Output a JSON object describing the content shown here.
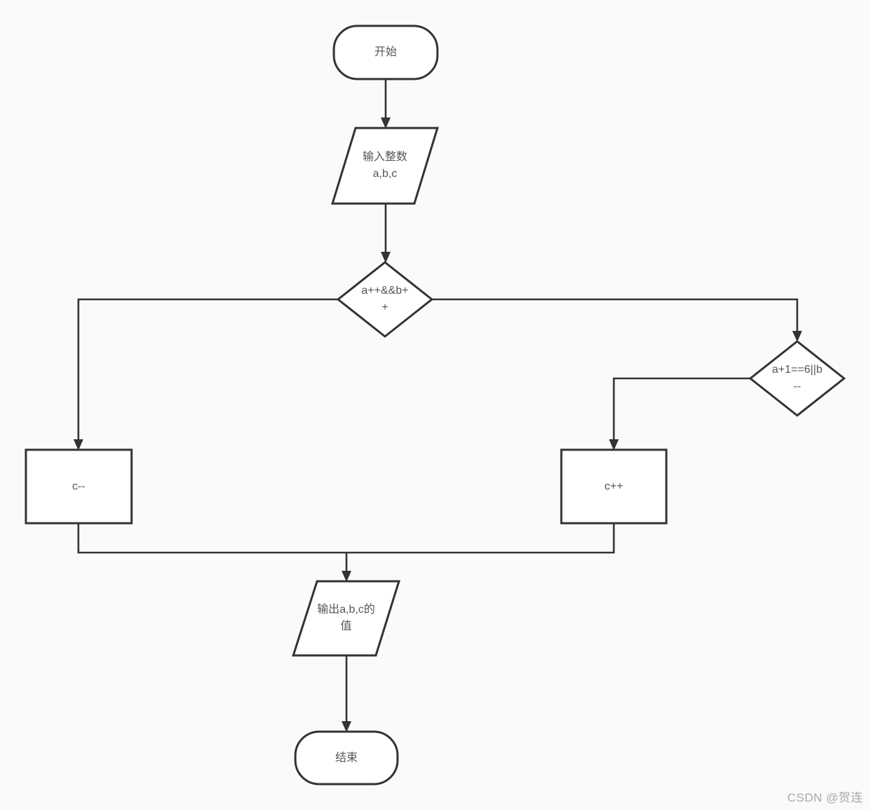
{
  "page": {
    "background_color": "#fafafa",
    "watermark": "CSDN @贺连"
  },
  "palette": {
    "shape_stroke": "#333333",
    "shape_fill": "#ffffff",
    "label_text": "#555555",
    "watermark_text": "#a9a9a9"
  },
  "flowchart": {
    "nodes": [
      {
        "id": "start",
        "type": "terminator",
        "text": "开始",
        "lines": [
          "开始"
        ]
      },
      {
        "id": "input",
        "type": "io-parallelogram",
        "text": "输入整数 a,b,c",
        "lines": [
          "输入整数",
          "a,b,c"
        ]
      },
      {
        "id": "decision-1",
        "type": "decision-diamond",
        "text": "a++&&b++",
        "lines": [
          "a++&&b+",
          "+"
        ]
      },
      {
        "id": "decision-2",
        "type": "decision-diamond",
        "text": "a+1==6||b--",
        "lines": [
          "a+1==6||b",
          "--"
        ]
      },
      {
        "id": "process-left",
        "type": "process-rect",
        "text": "c--",
        "lines": [
          "c--"
        ]
      },
      {
        "id": "process-right",
        "type": "process-rect",
        "text": "c++",
        "lines": [
          "c++"
        ]
      },
      {
        "id": "output",
        "type": "io-parallelogram",
        "text": "输出a,b,c的值",
        "lines": [
          "输出a,b,c的",
          "值"
        ]
      },
      {
        "id": "end",
        "type": "terminator",
        "text": "结束",
        "lines": [
          "结束"
        ]
      }
    ],
    "edges": [
      {
        "from": "start",
        "to": "input",
        "label": ""
      },
      {
        "from": "input",
        "to": "decision-1",
        "label": ""
      },
      {
        "from": "decision-1",
        "to": "process-left",
        "label": ""
      },
      {
        "from": "decision-1",
        "to": "decision-2",
        "label": ""
      },
      {
        "from": "decision-2",
        "to": "process-right",
        "label": ""
      },
      {
        "from": "process-left",
        "to": "output",
        "label": ""
      },
      {
        "from": "process-right",
        "to": "output",
        "label": ""
      },
      {
        "from": "output",
        "to": "end",
        "label": ""
      }
    ]
  }
}
